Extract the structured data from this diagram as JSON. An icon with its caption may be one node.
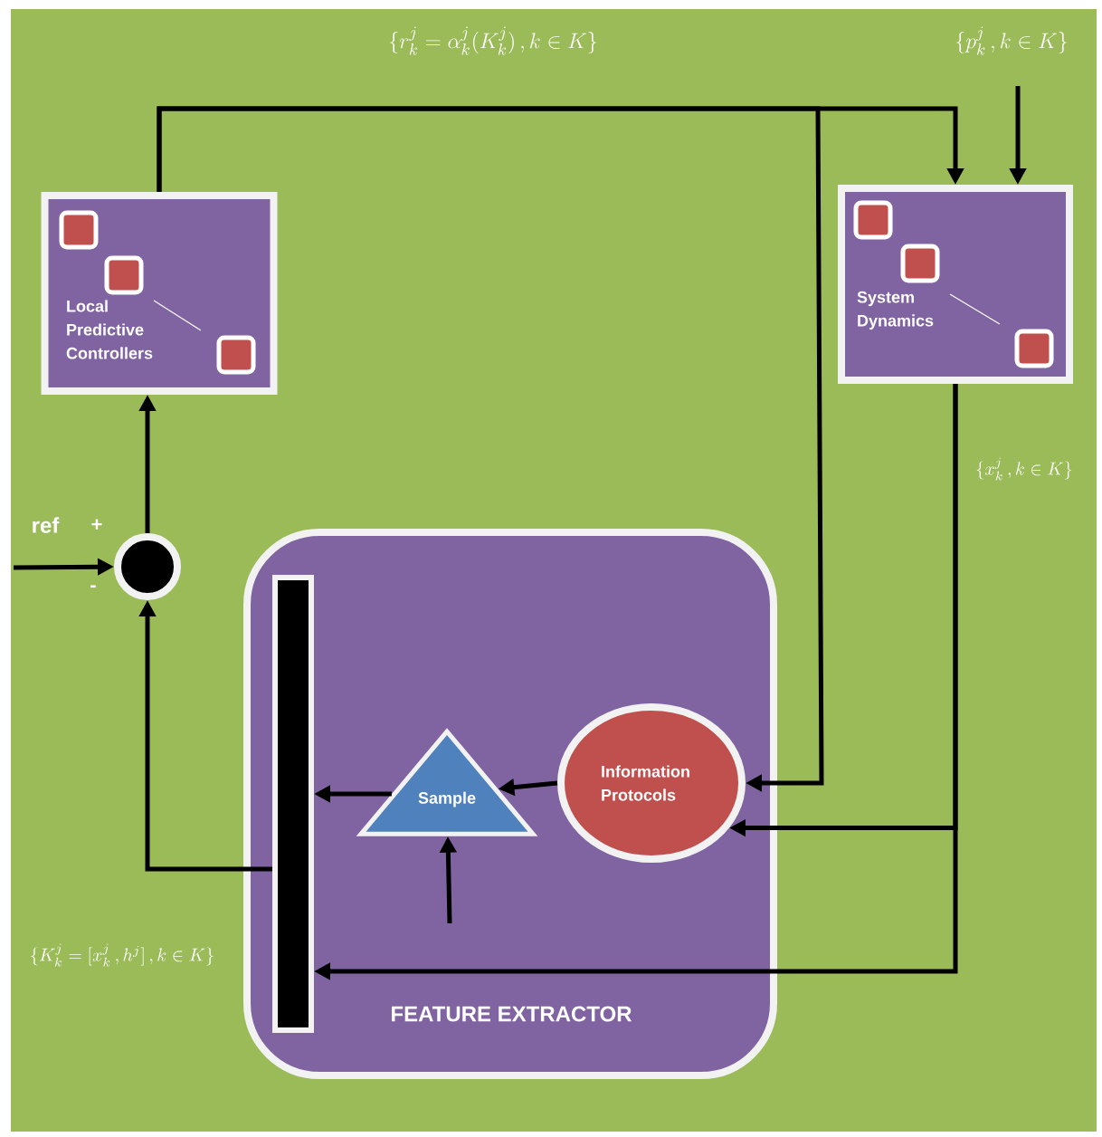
{
  "diagram": {
    "nodes": [
      {
        "text": [
          "FEATURE EXTRACTOR"
        ]
      },
      {
        "text": [
          "Local Predictive Controllers"
        ]
      },
      {
        "text": [
          "System Dynamics"
        ]
      },
      {
        "text": [],
        "shape": "circle"
      },
      {
        "text": [],
        "shape": "bar",
        "in": 0
      },
      {
        "text": [
          "Sample"
        ],
        "in": 0
      },
      {
        "text": [
          "Information Protocols"
        ],
        "in": 0
      }
    ],
    "edges": [
      {
        "from": 1,
        "to": 2,
        "arrow": "to",
        "label": "\\{r_k^j = \\alpha_k^j(K_k^j)\\,, k \\in K\\}"
      },
      {
        "from": 1,
        "to": 6,
        "arrow": "to"
      },
      {
        "from": null,
        "to": 2,
        "arrow": "to",
        "label": "\\{p_k^j\\,, k \\in K\\}"
      },
      {
        "from": 2,
        "to": 6,
        "arrow": "to",
        "label": "\\{x_k^j\\,, k \\in K\\}"
      },
      {
        "from": 2,
        "to": 4,
        "arrow": "to"
      },
      {
        "from": 4,
        "to": 3,
        "arrow": "to",
        "label": "\\{K_k^j = [x_k^j\\,, h^j]\\,, k \\in K\\}"
      },
      {
        "from": null,
        "to": 3,
        "arrow": "to",
        "label": "ref"
      },
      {
        "from": 3,
        "to": 1,
        "arrow": "to"
      },
      {
        "from": 6,
        "to": 5,
        "arrow": "to"
      },
      {
        "from": 5,
        "to": 4,
        "arrow": "to"
      },
      {
        "from": null,
        "to": 5,
        "arrow": "to"
      }
    ],
    "labels": [
      "+",
      "-"
    ]
  }
}
